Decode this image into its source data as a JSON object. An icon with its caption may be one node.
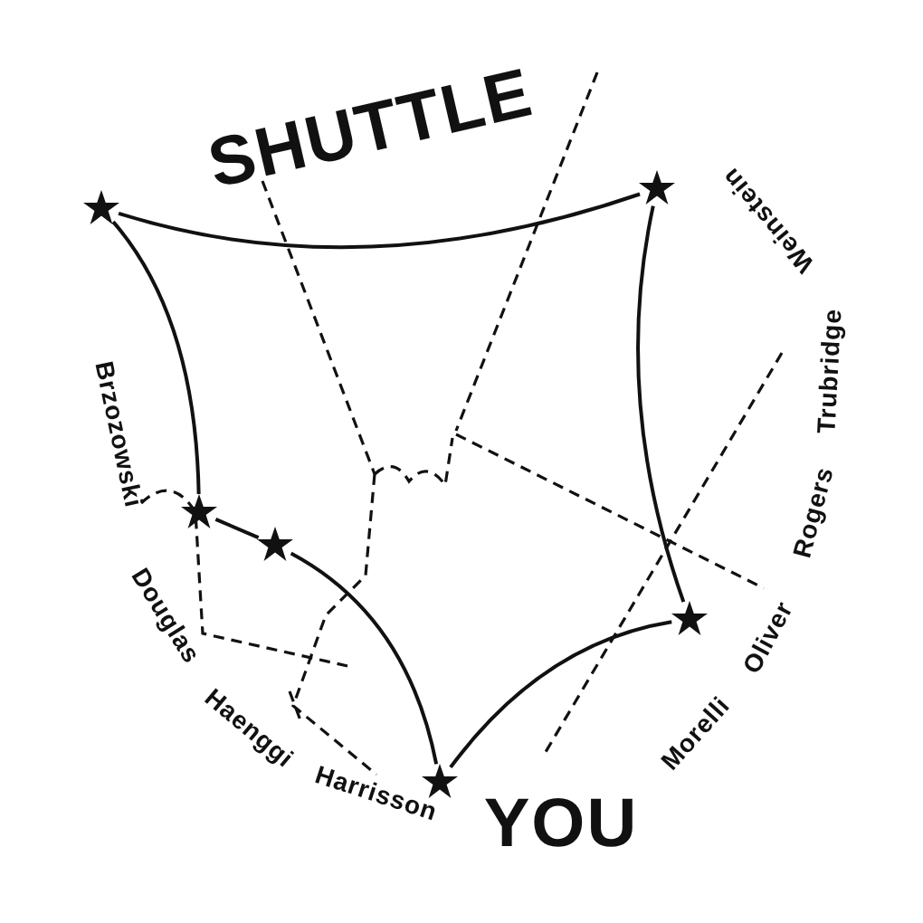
{
  "diagram": {
    "nodes": [
      {
        "text": [],
        "shape": "star"
      },
      {
        "text": [],
        "shape": "star"
      },
      {
        "text": [],
        "shape": "star"
      },
      {
        "text": [],
        "shape": "star"
      },
      {
        "text": [],
        "shape": "star"
      },
      {
        "text": [],
        "shape": "star"
      }
    ],
    "edges": [
      {
        "from": 0,
        "to": 1,
        "arrow": "none"
      },
      {
        "from": 0,
        "to": 2,
        "arrow": "none"
      },
      {
        "from": 2,
        "to": 3,
        "arrow": "none"
      },
      {
        "from": 3,
        "to": 4,
        "arrow": "none"
      },
      {
        "from": 4,
        "to": 5,
        "arrow": "none"
      },
      {
        "from": 1,
        "to": 5,
        "arrow": "none"
      }
    ],
    "labels": [
      "SHUTTLE",
      "Weinstein",
      "Trubridge",
      "Rogers",
      "Oliver",
      "Morelli",
      "YOU",
      "Harrisson",
      "Haenggi",
      "Douglas",
      "Brzozowski"
    ]
  }
}
